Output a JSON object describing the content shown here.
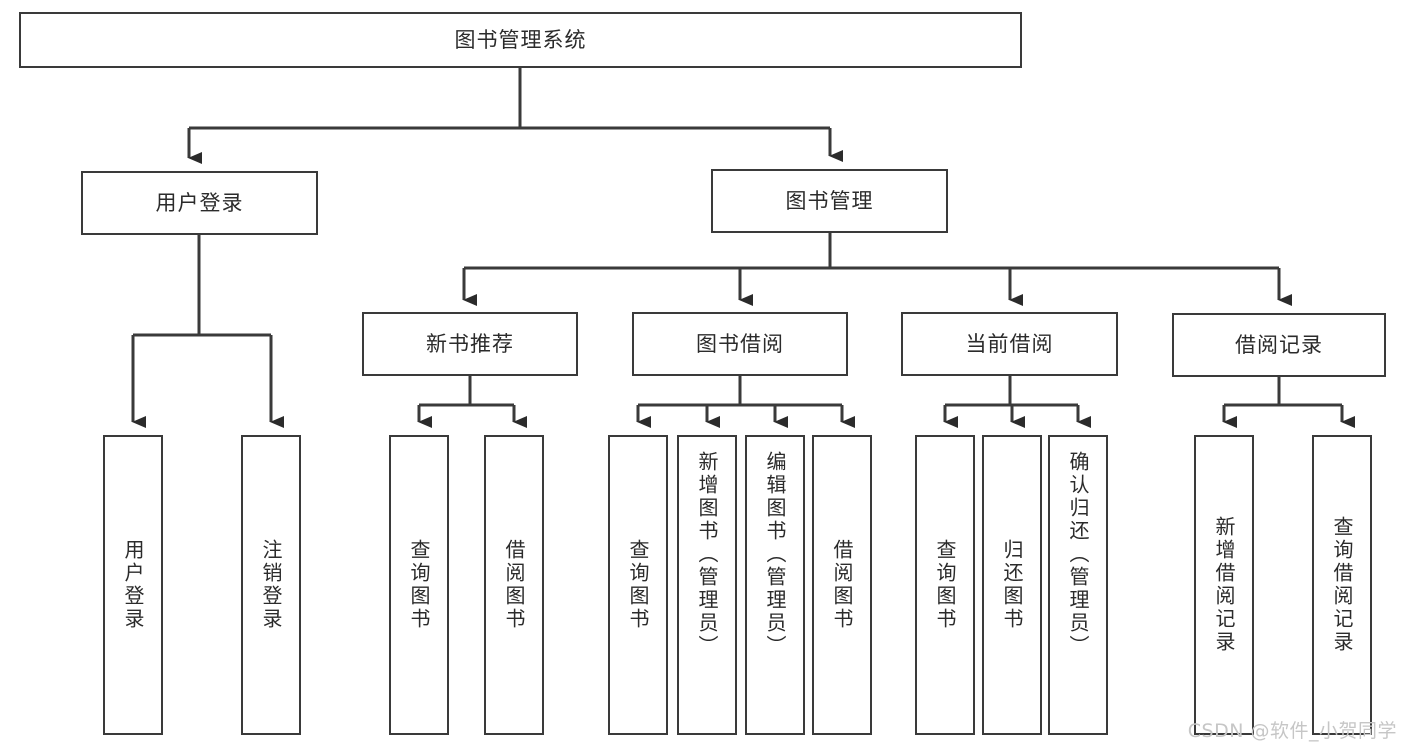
{
  "diagram": {
    "title": "图书管理系统",
    "type": "tree",
    "watermark": "CSDN @软件_小贺同学",
    "line_color": "#3a3a3a",
    "box_fill": "#ffffff",
    "text_color": "#2b2b2b"
  },
  "nodes": {
    "root": {
      "label": "图书管理系统",
      "level": 0
    },
    "l1": [
      {
        "label": "用户登录",
        "level": 1
      },
      {
        "label": "图书管理",
        "level": 1
      }
    ],
    "l2": [
      {
        "label": "新书推荐",
        "level": 2
      },
      {
        "label": "图书借阅",
        "level": 2
      },
      {
        "label": "当前借阅",
        "level": 2
      },
      {
        "label": "借阅记录",
        "level": 2
      }
    ],
    "leaves": {
      "user_login": [
        {
          "label": "用户登录"
        },
        {
          "label": "注销登录"
        }
      ],
      "new_book": [
        {
          "label": "查询图书"
        },
        {
          "label": "借阅图书"
        }
      ],
      "borrow_book": [
        {
          "label": "查询图书"
        },
        {
          "label": "新增图书（管理员）"
        },
        {
          "label": "编辑图书（管理员）"
        },
        {
          "label": "借阅图书"
        }
      ],
      "current_borrow": [
        {
          "label": "查询图书"
        },
        {
          "label": "归还图书"
        },
        {
          "label": "确认归还（管理员）"
        }
      ],
      "borrow_record": [
        {
          "label": "新增借阅记录"
        },
        {
          "label": "查询借阅记录"
        }
      ]
    }
  }
}
